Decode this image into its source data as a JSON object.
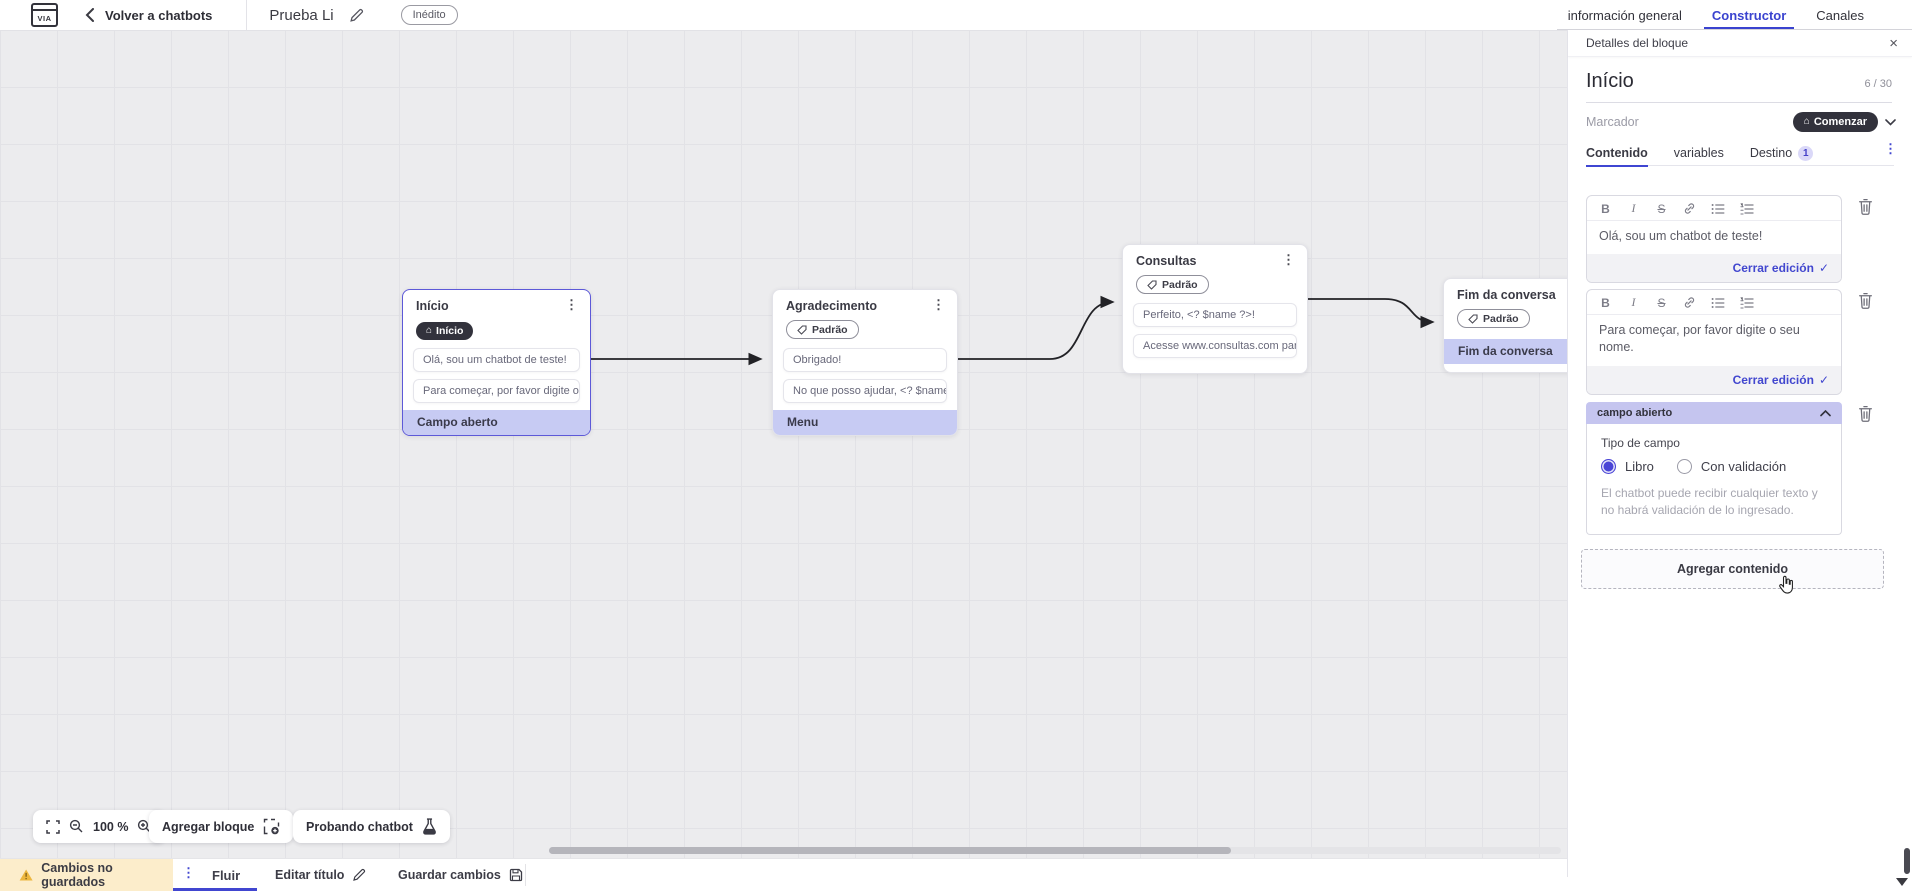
{
  "topbar": {
    "logo_text": "VIA",
    "back_label": "Volver a chatbots",
    "title": "Prueba Li",
    "status_badge": "Inédito",
    "tabs": [
      {
        "label": "información general",
        "active": false
      },
      {
        "label": "Constructor",
        "active": true
      },
      {
        "label": "Canales",
        "active": false
      }
    ]
  },
  "panel": {
    "header": "Detalles del bloque",
    "block_name": "Início",
    "char_counter": "6 / 30",
    "marker_label": "Marcador",
    "marker_value": "Comenzar",
    "tabs": {
      "content": "Contenido",
      "variables": "variables",
      "destination": "Destino",
      "destination_badge": "1"
    },
    "editors": [
      {
        "text": "Olá, sou um chatbot de teste!",
        "close_label": "Cerrar edición"
      },
      {
        "text": "Para começar, por favor digite o seu nome.",
        "close_label": "Cerrar edición"
      }
    ],
    "open_field": {
      "header": "campo abierto",
      "type_label": "Tipo de campo",
      "option_free": "Libro",
      "option_validated": "Con validación",
      "helper": "El chatbot puede recibir cualquier texto y no habrá validación de lo ingresado."
    },
    "add_content_label": "Agregar contenido"
  },
  "canvas": {
    "nodes": [
      {
        "title": "Início",
        "badge": "Início",
        "items": [
          "Olá, sou um chatbot de teste!",
          "Para começar, por favor digite o ...",
          "Campo aberto"
        ]
      },
      {
        "title": "Agradecimento",
        "badge": "Padrão",
        "items": [
          "Obrigado!",
          "No que posso ajudar, <? $name ...",
          "Menu"
        ]
      },
      {
        "title": "Consultas",
        "badge": "Padrão",
        "items": [
          "Perfeito, <? $name ?>!",
          "Acesse www.consultas.com par..."
        ]
      },
      {
        "title": "Fim da conversa",
        "badge": "Padrão",
        "items": [
          "Fim da conversa"
        ]
      }
    ],
    "zoom_level": "100 %",
    "add_block_label": "Agregar bloque",
    "test_chatbot_label": "Probando chatbot"
  },
  "bottombar": {
    "warning": "Cambios no guardados",
    "flow_tab": "Fluir",
    "edit_title_label": "Editar título",
    "save_label": "Guardar cambios"
  },
  "colors": {
    "accent": "#424ad2",
    "dark_pill": "#32323c",
    "lavender_row": "#c7cbf3",
    "warning_bg": "#fcedcb",
    "selected_node_border": "#5d59d8"
  }
}
